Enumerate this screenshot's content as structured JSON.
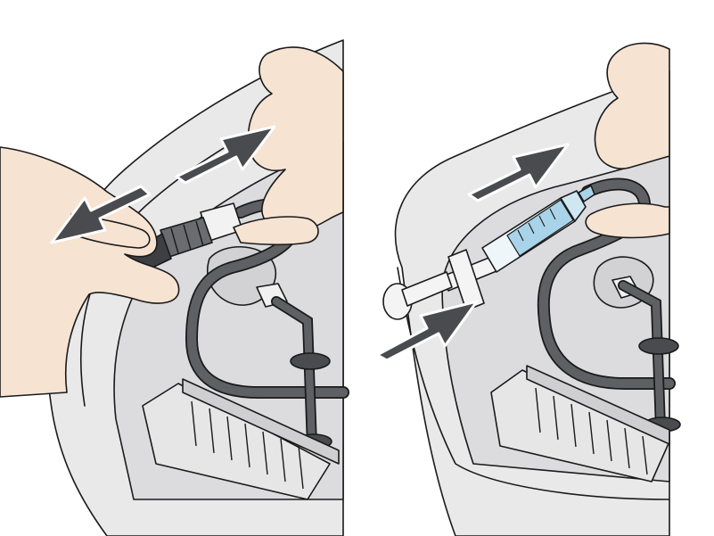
{
  "figure": {
    "panel_count": 2,
    "background": "#ffffff",
    "colors": {
      "housing": "#e9e9ea",
      "housing_inner": "#dcdcde",
      "tube": "#5e6063",
      "hand": "#f6e3d2",
      "arrow": "#4a4b4e",
      "syringe_liquid": "#a9d3e8",
      "syringe_barrel": "#eef6fa"
    }
  },
  "panels": [
    {
      "id": "left",
      "illustration": "hands-pulling-filter-icon",
      "arrows": [
        "arrow-up-right-icon",
        "arrow-left-icon"
      ]
    },
    {
      "id": "right",
      "illustration": "syringe-flush-icon",
      "arrows": [
        "arrow-up-right-icon",
        "arrow-push-icon"
      ]
    }
  ]
}
